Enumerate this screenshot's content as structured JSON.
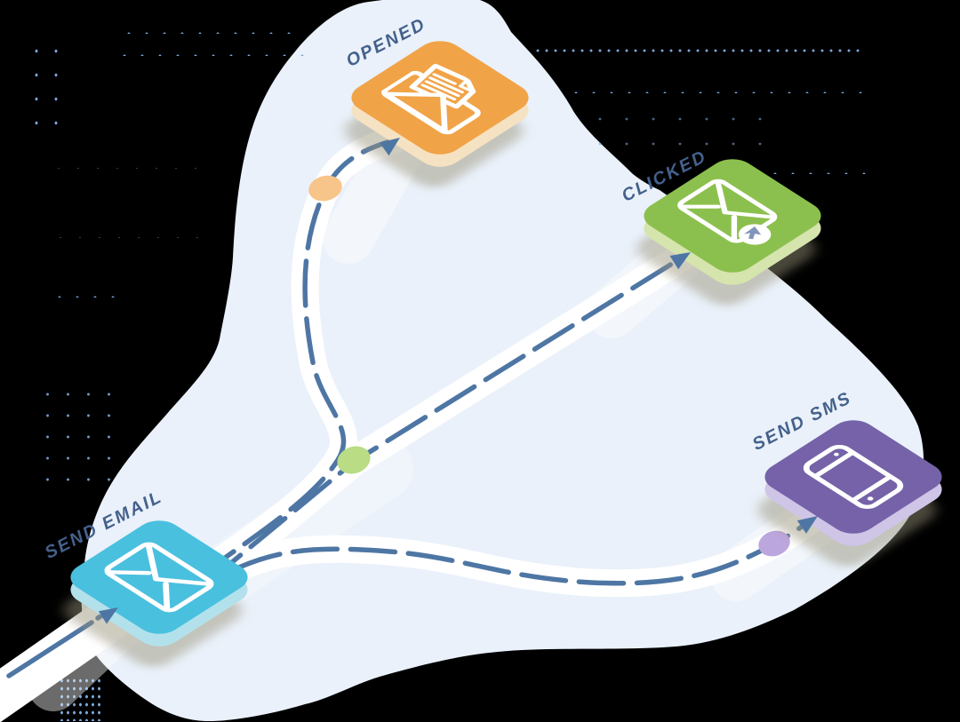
{
  "illustration": {
    "description_nodes_order": [
      "send_email",
      "opened",
      "clicked",
      "send_sms"
    ]
  },
  "colors": {
    "background": "#000000",
    "blob": "#EAF1FA",
    "road": "#FFFFFF",
    "line": "#4E76A4",
    "label": "#44618C",
    "bg_dot": "#7CA6D8",
    "icon_stroke": "#FFFFFF",
    "cursor": "#8095BC"
  },
  "nodes": [
    {
      "id": "send-email",
      "label": "SEND EMAIL",
      "tile_color": "#4AC0DF",
      "side_color": "#B3E1EB",
      "icon": "envelope"
    },
    {
      "id": "opened",
      "label": "OPENED",
      "tile_color": "#F1A347",
      "side_color": "#F5E2C2",
      "icon": "open-envelope-letter"
    },
    {
      "id": "clicked",
      "label": "CLICKED",
      "tile_color": "#8CC04E",
      "side_color": "#D6E4AE",
      "icon": "envelope-cursor"
    },
    {
      "id": "send-sms",
      "label": "SEND SMS",
      "tile_color": "#7562A8",
      "side_color": "#CFC5E7",
      "icon": "smartphone"
    }
  ],
  "edges": [
    {
      "id": "entry",
      "to": "send-email",
      "style": "solid-arrow",
      "dot_color": ""
    },
    {
      "id": "opened",
      "from": "send-email",
      "to": "opened",
      "style": "dashed-arrow",
      "dot_color": "#F7C489"
    },
    {
      "id": "clicked",
      "from": "send-email",
      "to": "clicked",
      "style": "dashed-arrow",
      "dot_color": "#B9DC85"
    },
    {
      "id": "send-sms",
      "from": "send-email",
      "to": "send-sms",
      "style": "dashed-arrow",
      "dot_color": "#BCA6DE"
    }
  ]
}
